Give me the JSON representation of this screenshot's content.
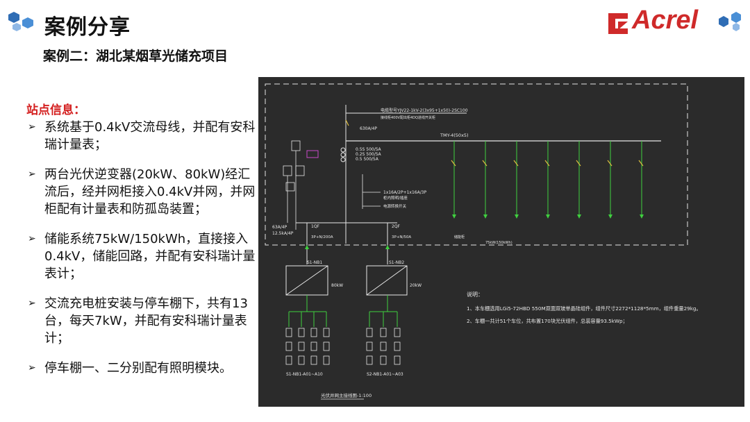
{
  "header": {
    "title": "案例分享",
    "subtitle": "案例二：湖北某烟草光储充项目",
    "brand": "Acrel",
    "accent_color": "#2f6db5",
    "brand_color": "#cf2a2a"
  },
  "site_info": {
    "heading": "站点信息：",
    "items": [
      {
        "text": "系统基于0.4kV交流母线，并配有安科瑞计量表；"
      },
      {
        "text": "两台光伏逆变器(20kW、80kW)经汇流后，经并网柜接入0.4kV并网，并网柜配有计量表和防孤岛装置；"
      },
      {
        "text": "储能系统75kW/150kWh，直接接入0.4kV，储能回路，并配有安科瑞计量表计；"
      },
      {
        "text": "交流充电桩安装与停车棚下，共有13台，每天7kW，并配有安科瑞计量表计；"
      },
      {
        "text": "停车棚一、二分别配有照明模块。"
      }
    ]
  },
  "diagram": {
    "background": "#2b2b2b",
    "labels": {
      "incoming_cable": "电缆型号YJV22-1kV-2(3x95+1x50)-2SC100",
      "incoming_note": "接线柜400V配出柜4DQ进线开关柜",
      "main_breaker": "630A/4P",
      "ct_1": "0.5S 500/5A",
      "ct_2": "0.2S 500/5A",
      "ct_3": "0.5 500/5A",
      "busbar": "TMY-4(50x5)",
      "branch_1": "1x16A/2P+1x16A/3P",
      "branch_1b": "柜内照明/插座",
      "branch_2": "电源转换开关",
      "left_breaker_1": "63A/4P",
      "left_breaker_2": "12.5kA/4P",
      "feeder_1": "1QF",
      "feeder_1_rating": "3P+N/200A",
      "feeder_2": "2QF",
      "feeder_2_rating": "3P+N/50A",
      "inverter_1": "S1-NB1",
      "inverter_1_power": "80kW",
      "inverter_2": "S1-NB2",
      "inverter_2_power": "20kW",
      "string_1": "S1-NB1-A01~A10",
      "string_2": "S2-NB1-A01~A03",
      "note_title": "说明：",
      "note_1": "1、本车棚选用LGi5-72HBD 550M双面双玻单晶硅组件，组件尺寸2272*1128*5mm，组件重量29kg。",
      "note_2": "2、车棚一共计51个车位，共布置170块光伏组件，总装容量93.5kWp；",
      "footer": "光伏并网主接线图-1:100",
      "feeder_bottom_1": "储能柜",
      "feeder_bottom_2": "75kW(150kWh)"
    }
  }
}
